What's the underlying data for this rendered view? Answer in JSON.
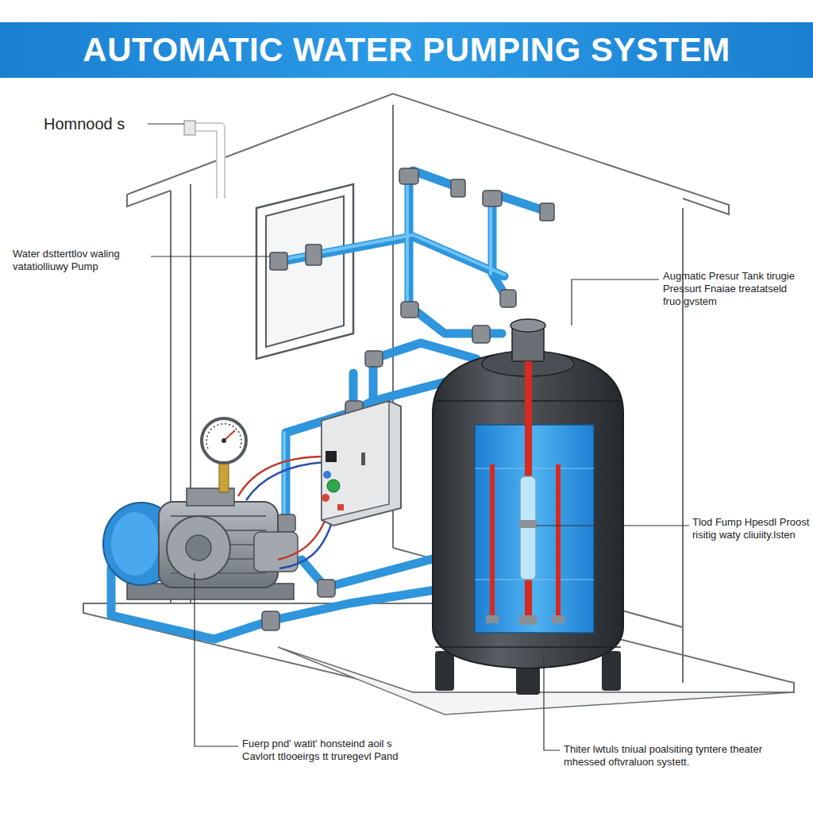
{
  "diagram": {
    "title": "AUTOMATIC WATER PUMPING SYSTEM",
    "labels": [
      "Homnood s",
      "Water dstterttlov waling vatatiolliuwy Pump",
      "Augmatic Presur Tank tirugie Pressurt Fnaiae treatatseld fruo gvstem",
      "Tlod Fump Hpesdl Proost risitig waty cliuiity.lsten",
      "Fuerp pnd' watit' honsteind aoil s Cavlort ttlooeirgs tt truregevl Pand",
      "Thiter lwtuls tniual poalsiting tyntere theater mhessed oftvraluon systett."
    ]
  }
}
